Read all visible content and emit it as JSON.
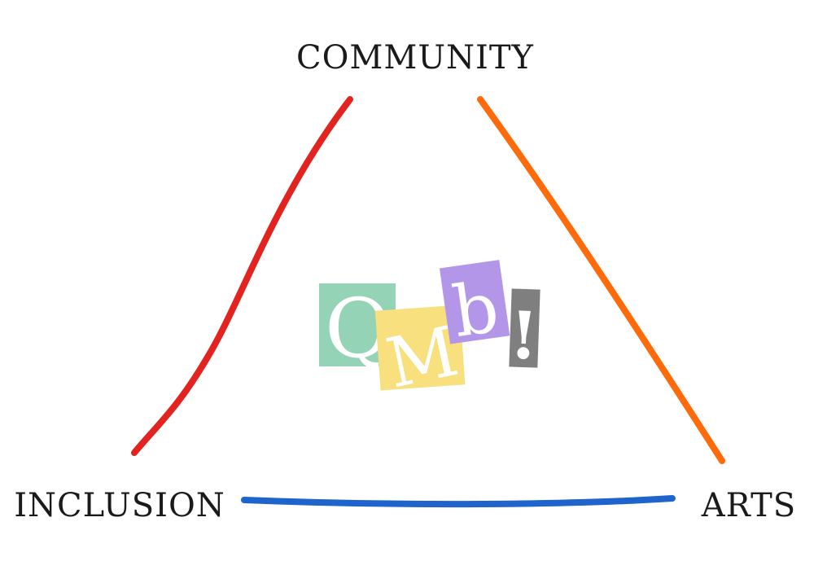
{
  "labels": {
    "top": "COMMUNITY",
    "bottom_left": "INCLUSION",
    "bottom_right": "ARTS"
  },
  "edges": {
    "left_color": "#e2231f",
    "right_color": "#ff6a0a",
    "bottom_color": "#1f63cc"
  },
  "logo": {
    "letters": [
      "Q",
      "M",
      "b",
      "!"
    ],
    "colors": [
      "#94d3b5",
      "#f8e07e",
      "#b396e8",
      "#7f7f7f"
    ]
  }
}
